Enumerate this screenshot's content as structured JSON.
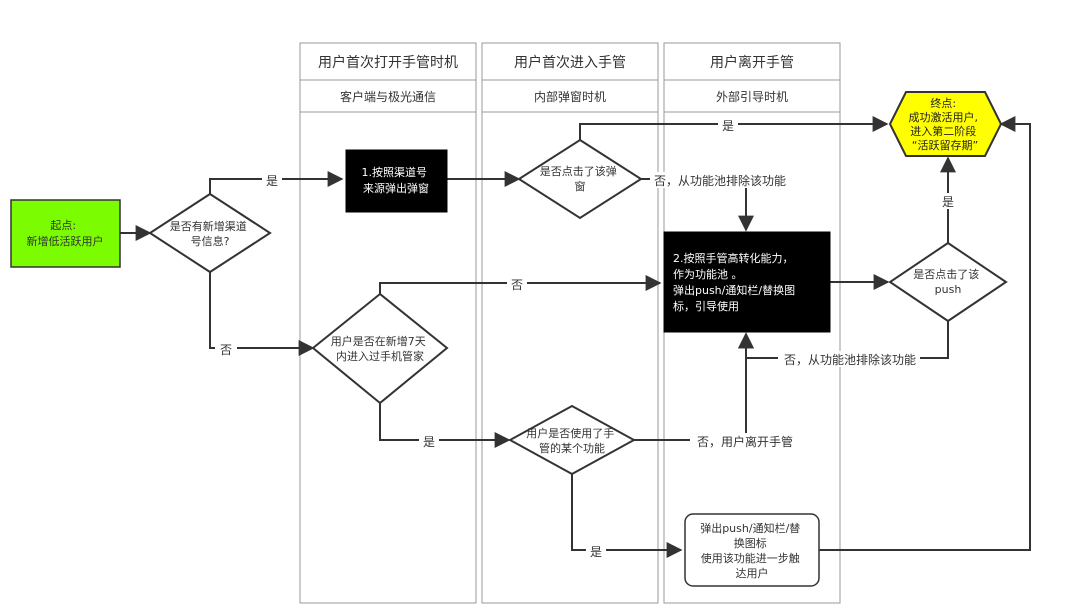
{
  "lanes": [
    {
      "title": "用户首次打开手管时机",
      "subtitle": "客户端与极光通信"
    },
    {
      "title": "用户首次进入手管",
      "subtitle": "内部弹窗时机"
    },
    {
      "title": "用户离开手管",
      "subtitle": "外部引导时机"
    }
  ],
  "nodes": {
    "start": [
      "起点:",
      "新增低活跃用户"
    ],
    "q_new_channel": [
      "是否有新增渠道",
      "号信息?"
    ],
    "channel_popup": [
      "1.按照渠道号",
      "来源弹出弹窗"
    ],
    "q_click_popup": [
      "是否点击了该弹",
      "窗"
    ],
    "end": [
      "终点:",
      "成功激活用户,",
      "进入第二阶段",
      "“活跃留存期”"
    ],
    "pool": [
      "2.按照手管高转化能力，",
      "作为功能池 。",
      "弹出push/通知栏/替换图",
      "标，引导使用"
    ],
    "q_click_push": [
      "是否点击了该",
      "push"
    ],
    "q_7days": [
      "用户是否在新增7天",
      "内进入过手机管家"
    ],
    "q_used_feature": [
      "用户是否使用了手",
      "管的某个功能"
    ],
    "push_feature": [
      "弹出push/通知栏/替",
      "换图标",
      "使用该功能进一步触",
      "达用户"
    ]
  },
  "edge_labels": {
    "yes_to_end": "是",
    "yes_channel": "是",
    "no_popup": "否，从功能池排除该功能",
    "yes_push": "是",
    "no_to_pool": "否",
    "no_7days": "否",
    "no_push": "否，从功能池排除该功能",
    "yes_7days": "是",
    "no_leave": "否，用户离开手管",
    "yes_used": "是"
  },
  "colors": {
    "start_fill": "#7CFC00",
    "end_fill": "#FFFF00",
    "dark_fill": "#000000",
    "line": "#333333",
    "lane_border": "#999999"
  }
}
